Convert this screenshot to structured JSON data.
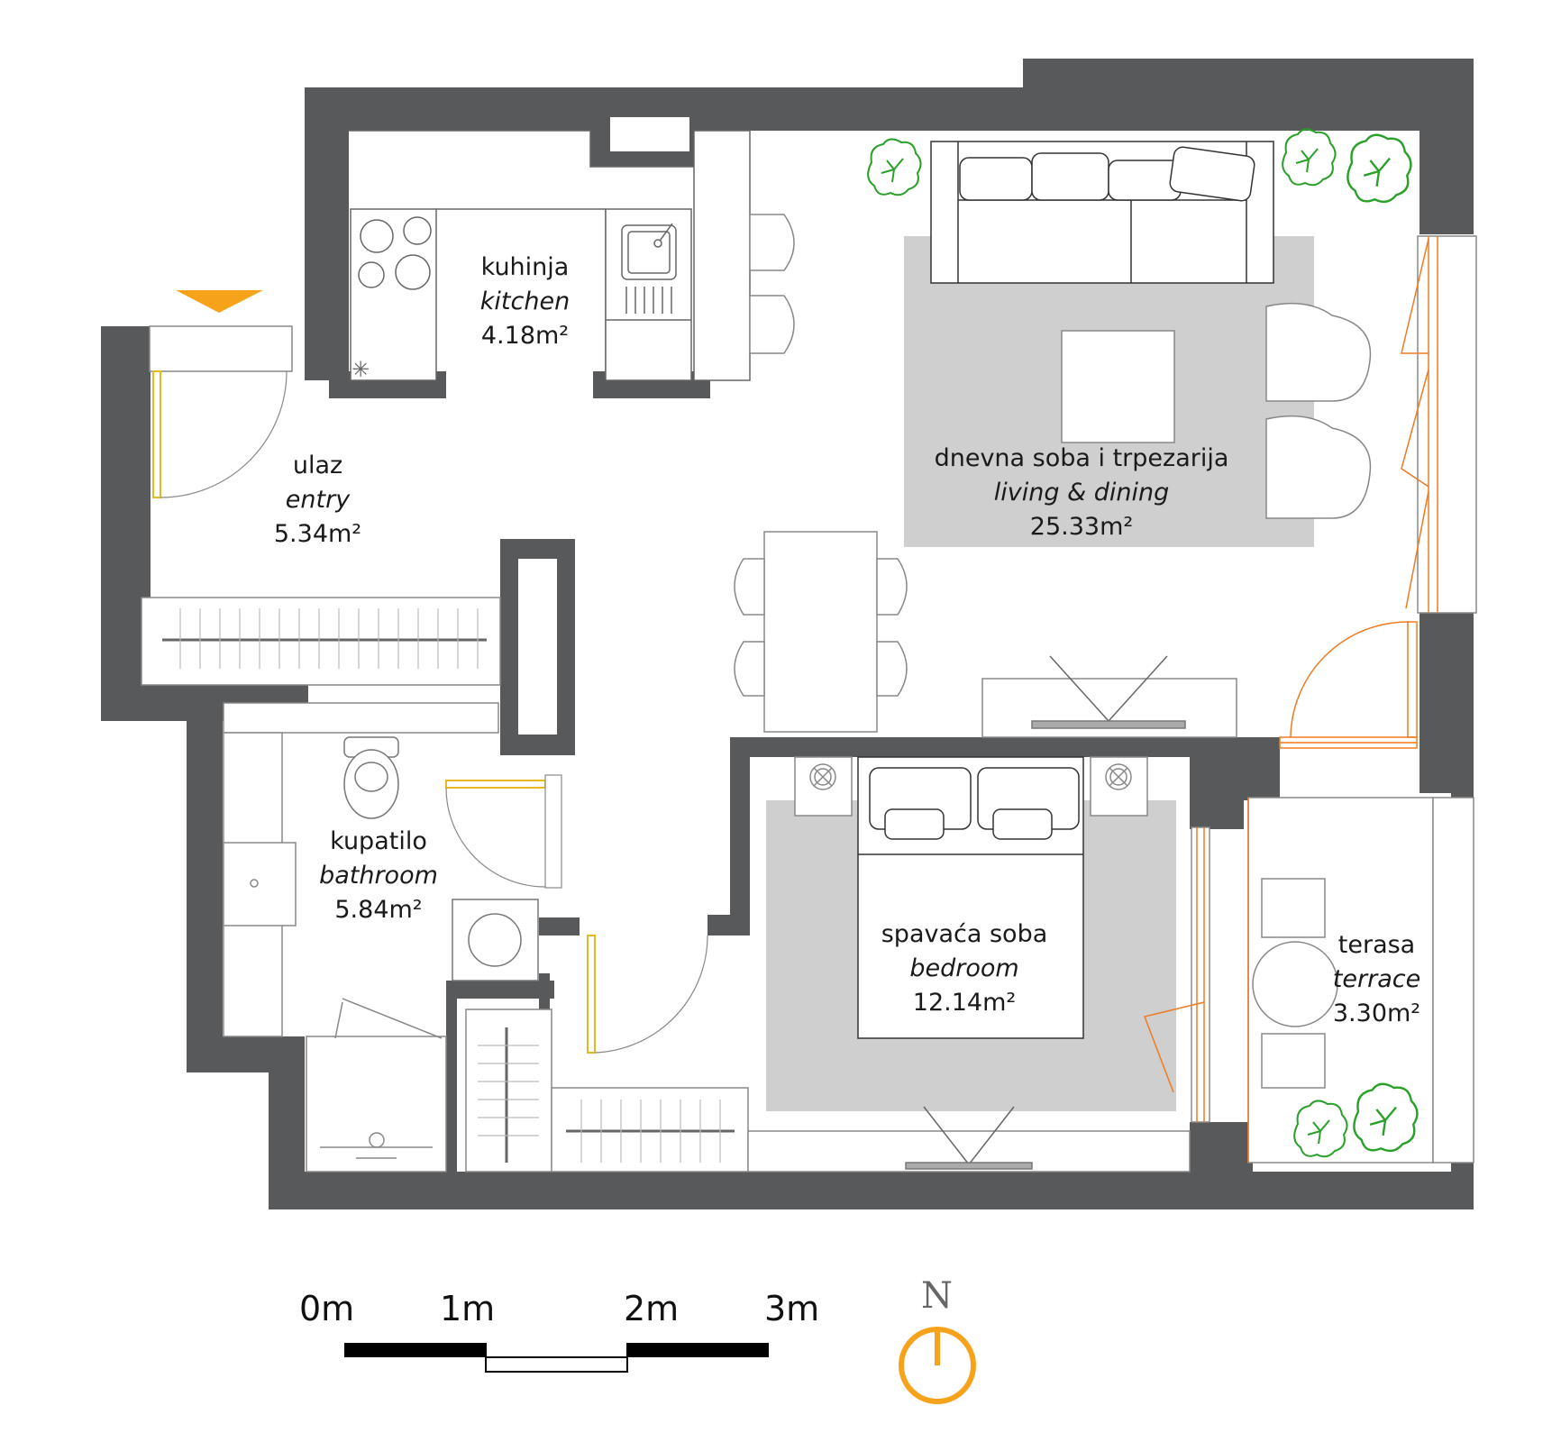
{
  "colors": {
    "wall": "#58595b",
    "rug": "#cfcfcf",
    "line": "#555555",
    "accent_orange": "#f7a21b",
    "door_orange": "#f07a20",
    "door_yellow": "#e8b820",
    "plant_green": "#2aa02a"
  },
  "rooms": {
    "kitchen": {
      "name_local": "kuhinja",
      "name_en": "kitchen",
      "area": "4.18m²"
    },
    "entry": {
      "name_local": "ulaz",
      "name_en": "entry",
      "area": "5.34m²"
    },
    "living": {
      "name_local": "dnevna soba i trpezarija",
      "name_en": "living & dining",
      "area": "25.33m²"
    },
    "bathroom": {
      "name_local": "kupatilo",
      "name_en": "bathroom",
      "area": "5.84m²"
    },
    "bedroom": {
      "name_local": "spavaća soba",
      "name_en": "bedroom",
      "area": "12.14m²"
    },
    "terrace": {
      "name_local": "terasa",
      "name_en": "terrace",
      "area": "3.30m²"
    }
  },
  "scale_bar": {
    "labels": [
      "0m",
      "1m",
      "2m",
      "3m"
    ]
  },
  "compass": {
    "label": "N"
  },
  "icons": [
    "entrance-arrow-icon",
    "north-compass-icon",
    "plant-icon",
    "toilet-icon",
    "sink-icon",
    "washing-machine-icon",
    "stove-icon",
    "bed-icon"
  ]
}
